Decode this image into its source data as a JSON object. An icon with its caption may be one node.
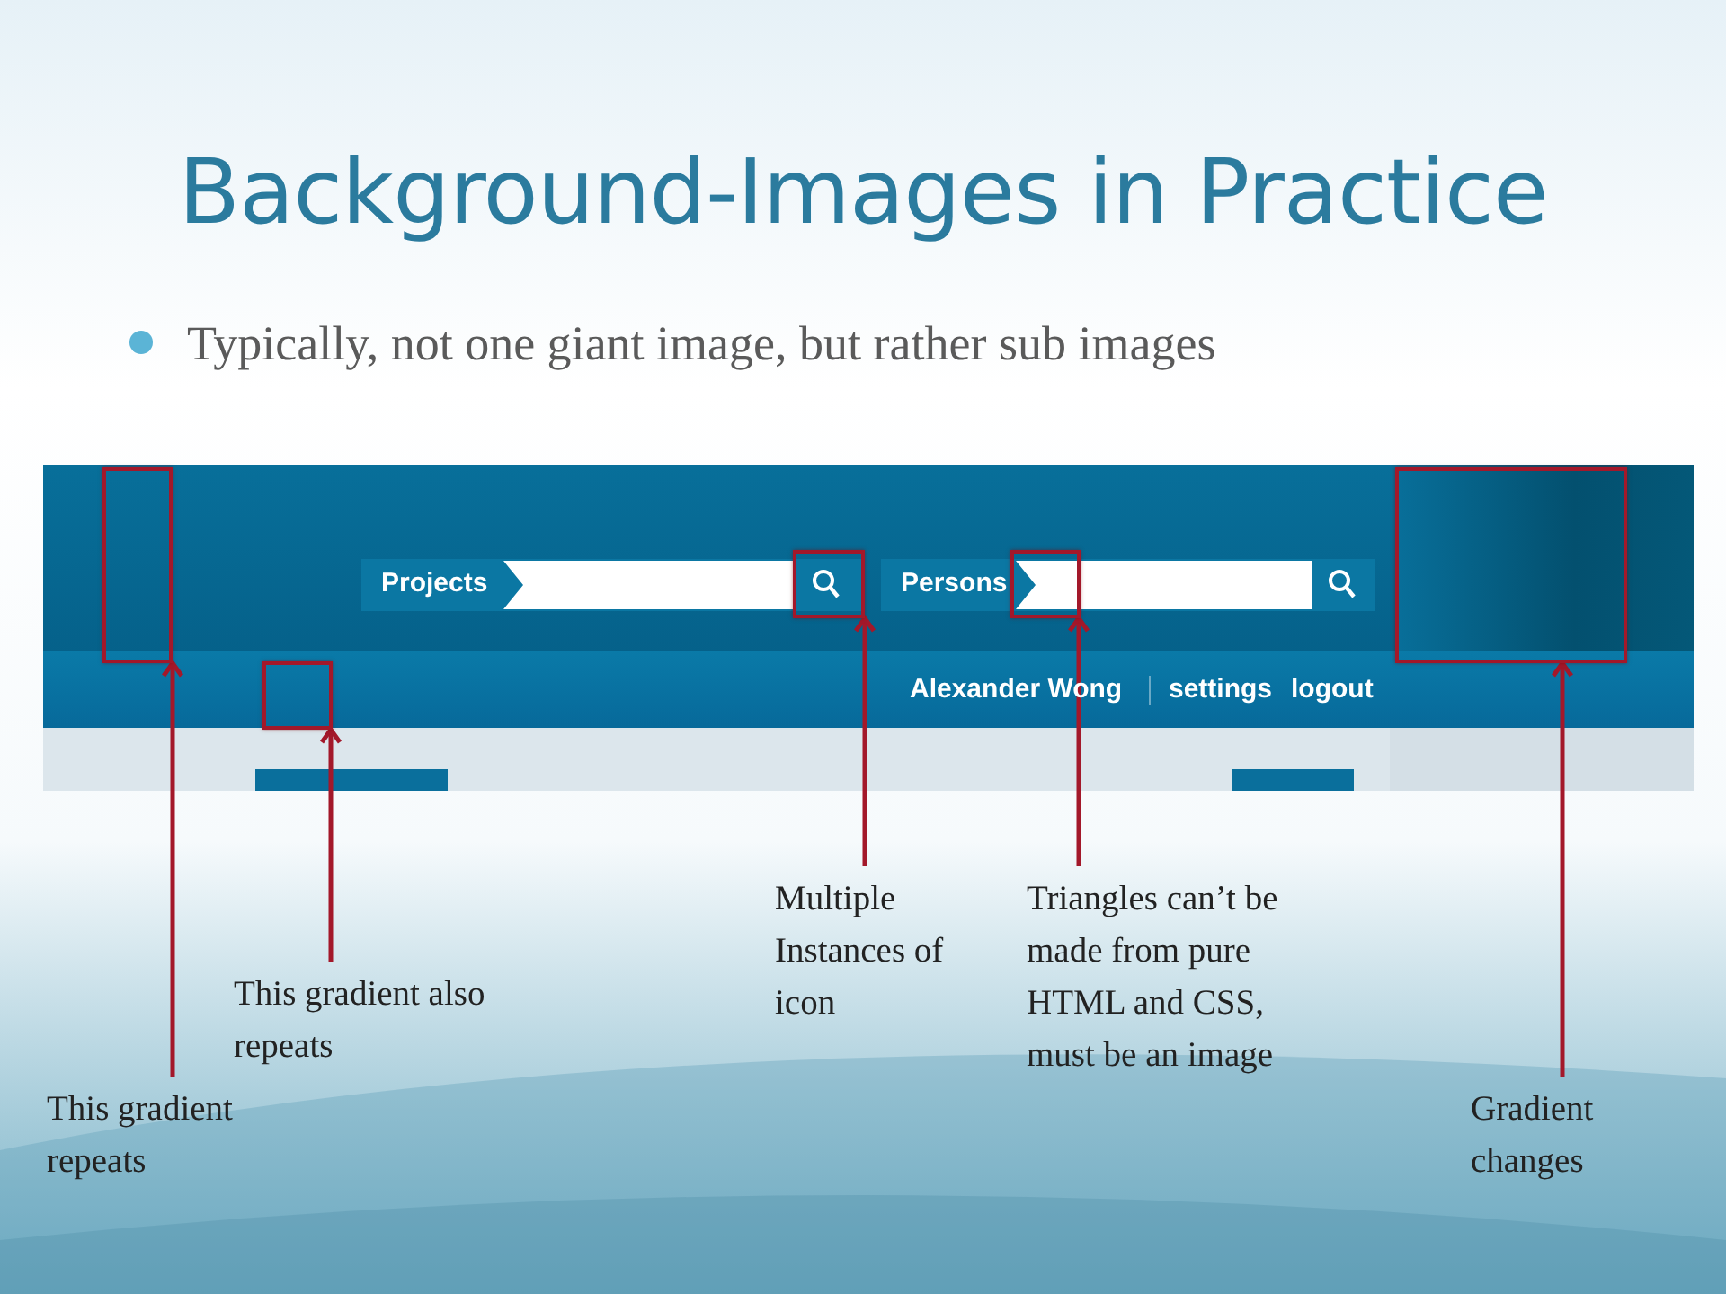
{
  "diagram": {
    "title": "Background-Images in Practice",
    "nodes": [
      {
        "text": [],
        "shape": "box"
      },
      {
        "text": [],
        "shape": "box"
      },
      {
        "text": [],
        "shape": "box"
      },
      {
        "text": [],
        "shape": "box"
      },
      {
        "text": [],
        "shape": "box"
      },
      {
        "text": [
          "This gradient repeats"
        ]
      },
      {
        "text": [
          "This gradient also repeats"
        ]
      },
      {
        "text": [
          "Multiple Instances of icon"
        ]
      },
      {
        "text": [
          "Triangles can’t be made from pure HTML and CSS, must be an image"
        ]
      },
      {
        "text": [
          "Gradient changes"
        ]
      }
    ],
    "edges": [
      {
        "from": 5,
        "to": 0,
        "arrow": "to"
      },
      {
        "from": 6,
        "to": 1,
        "arrow": "to"
      },
      {
        "from": 7,
        "to": 2,
        "arrow": "to"
      },
      {
        "from": 8,
        "to": 3,
        "arrow": "to"
      },
      {
        "from": 9,
        "to": 4,
        "arrow": "to"
      }
    ],
    "labels": [
      "Typically, not one giant image, but rather sub images",
      "Projects",
      "Persons",
      "Alexander Wong",
      "settings",
      "logout"
    ]
  }
}
